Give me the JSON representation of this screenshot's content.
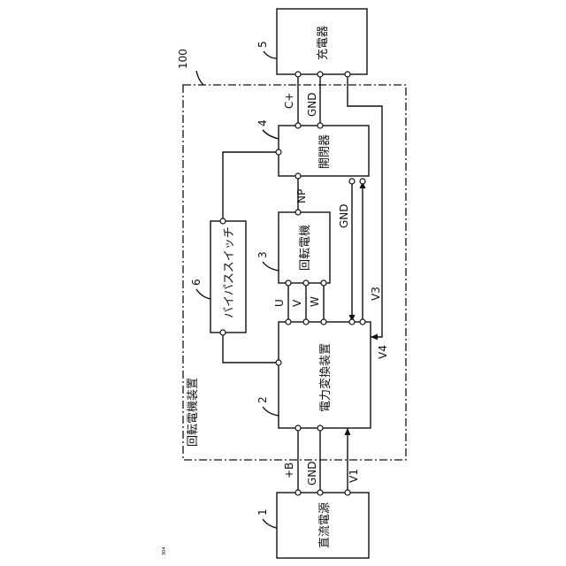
{
  "frame": {
    "ref": "100",
    "label": "回転電機装置"
  },
  "blocks": {
    "charger": {
      "num": "5",
      "label": "充電器"
    },
    "switch_unit": {
      "num": "4",
      "label": "開閉器"
    },
    "motor": {
      "num": "3",
      "label": "回転電機"
    },
    "bypass": {
      "num": "6",
      "label": "バイパススイッチ"
    },
    "converter": {
      "num": "2",
      "label": "電力変換装置"
    },
    "dc_source": {
      "num": "1",
      "label": "直流電源"
    }
  },
  "signals": {
    "c_plus": "C+",
    "gnd_top": "GND",
    "np": "NP",
    "gnd_mid": "GND",
    "u": "U",
    "v": "V",
    "w": "W",
    "v3": "V3",
    "v4": "V4",
    "plus_b": "+B",
    "gnd_bottom": "GND",
    "v1": "V1"
  },
  "corner_mark": "304"
}
